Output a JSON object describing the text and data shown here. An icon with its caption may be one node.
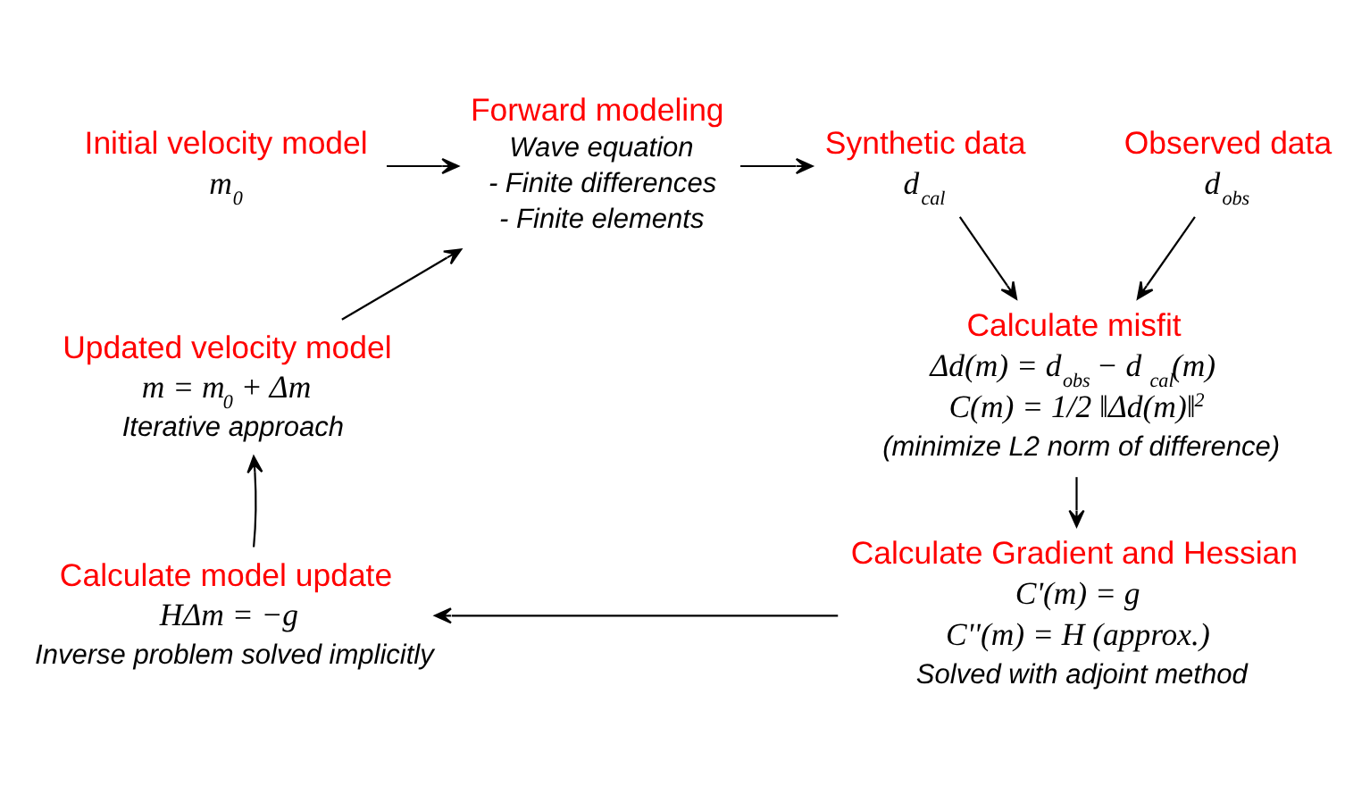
{
  "diagram": {
    "nodes": [
      {
        "text": [
          "Initial velocity model",
          "m$_{0}$"
        ]
      },
      {
        "text": [
          "Forward modeling",
          "Wave equation",
          "- Finite differences",
          "- Finite elements"
        ]
      },
      {
        "text": [
          "Synthetic data",
          "d$_{cal}$"
        ]
      },
      {
        "text": [
          "Observed data",
          "d$_{obs}$"
        ]
      },
      {
        "text": [
          "Calculate misfit",
          "Δd(m) = d$_{obs}$ − d$_{cal}$(m)",
          "C(m) = 1/2 ‖Δd(m)‖$^{2}$",
          "(minimize L2 norm of difference)"
        ]
      },
      {
        "text": [
          "Calculate Gradient and Hessian",
          "C'(m) = g",
          "C''(m) = H (approx.)",
          "Solved with adjoint method"
        ]
      },
      {
        "text": [
          "Calculate model update",
          "HΔm = −g",
          "Inverse problem solved implicitly"
        ]
      },
      {
        "text": [
          "Updated velocity model",
          "m = m$_{0}$ + Δm",
          "Iterative approach"
        ]
      }
    ],
    "edges": [
      {
        "from": 0,
        "to": 1,
        "arrow": "to"
      },
      {
        "from": 7,
        "to": 1,
        "arrow": "to"
      },
      {
        "from": 1,
        "to": 2,
        "arrow": "to"
      },
      {
        "from": 2,
        "to": 4,
        "arrow": "to"
      },
      {
        "from": 3,
        "to": 4,
        "arrow": "to"
      },
      {
        "from": 4,
        "to": 5,
        "arrow": "to"
      },
      {
        "from": 5,
        "to": 6,
        "arrow": "to"
      },
      {
        "from": 6,
        "to": 7,
        "arrow": "to"
      }
    ]
  }
}
